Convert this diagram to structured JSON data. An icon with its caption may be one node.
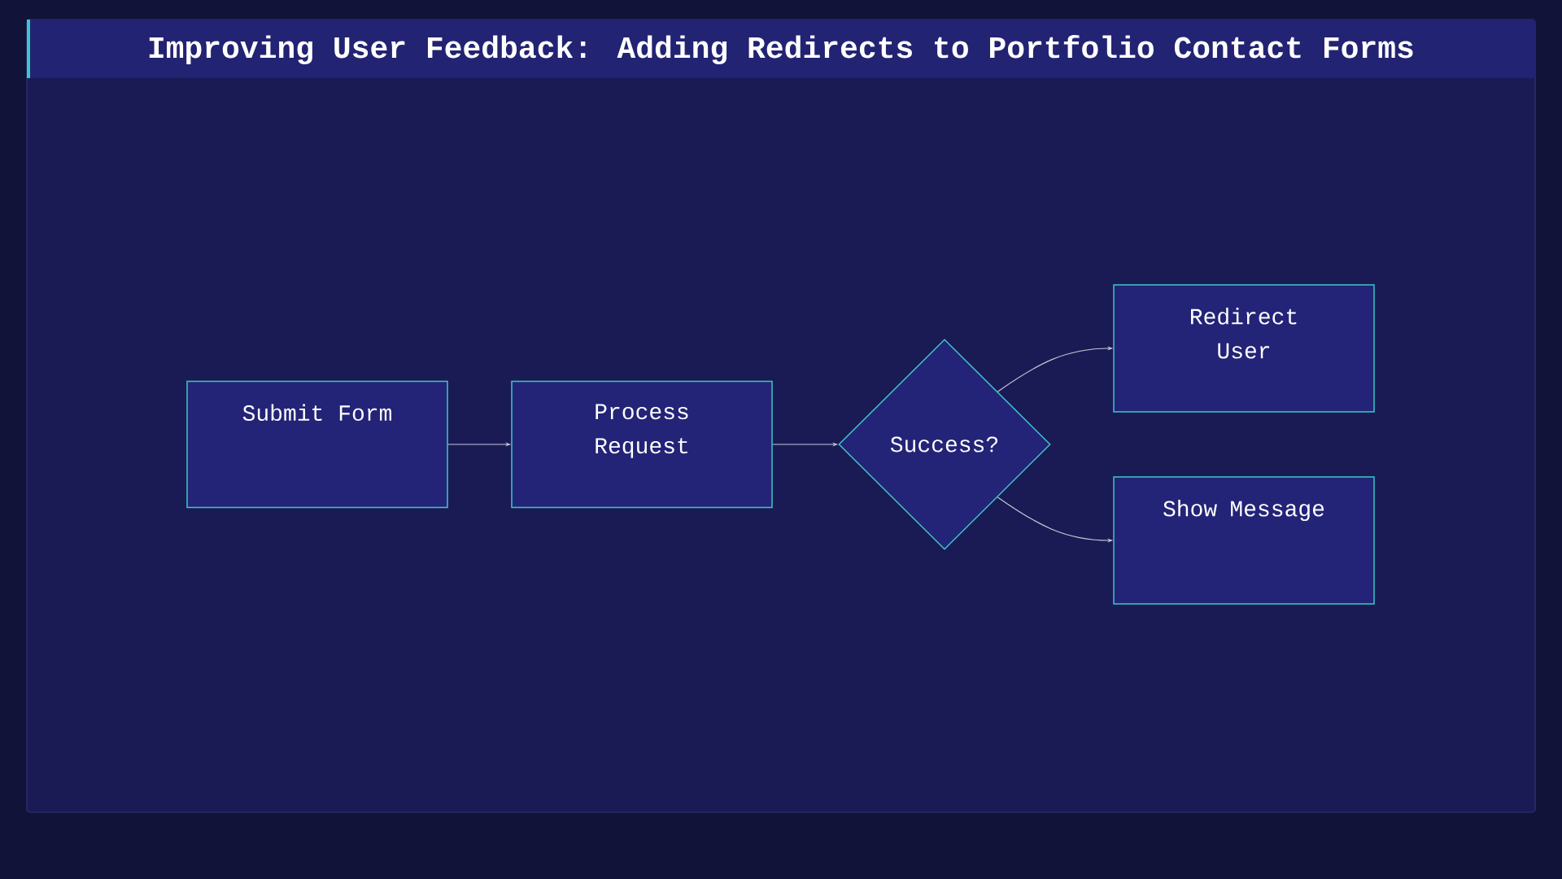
{
  "diagram": {
    "title": "Improving User Feedback: Adding Redirects to Portfolio Contact Forms",
    "nodes": [
      {
        "text": [
          "Submit Form"
        ]
      },
      {
        "text": [
          "Process Request"
        ]
      },
      {
        "text": [
          "Success?"
        ]
      },
      {
        "text": [
          "Redirect User"
        ]
      },
      {
        "text": [
          "Show Message"
        ]
      }
    ],
    "edges": [
      {
        "from": 0,
        "to": 1,
        "arrow": "to"
      },
      {
        "from": 1,
        "to": 2,
        "arrow": "to"
      },
      {
        "from": 2,
        "to": 3,
        "arrow": "to"
      },
      {
        "from": 2,
        "to": 4,
        "arrow": "to"
      }
    ]
  }
}
